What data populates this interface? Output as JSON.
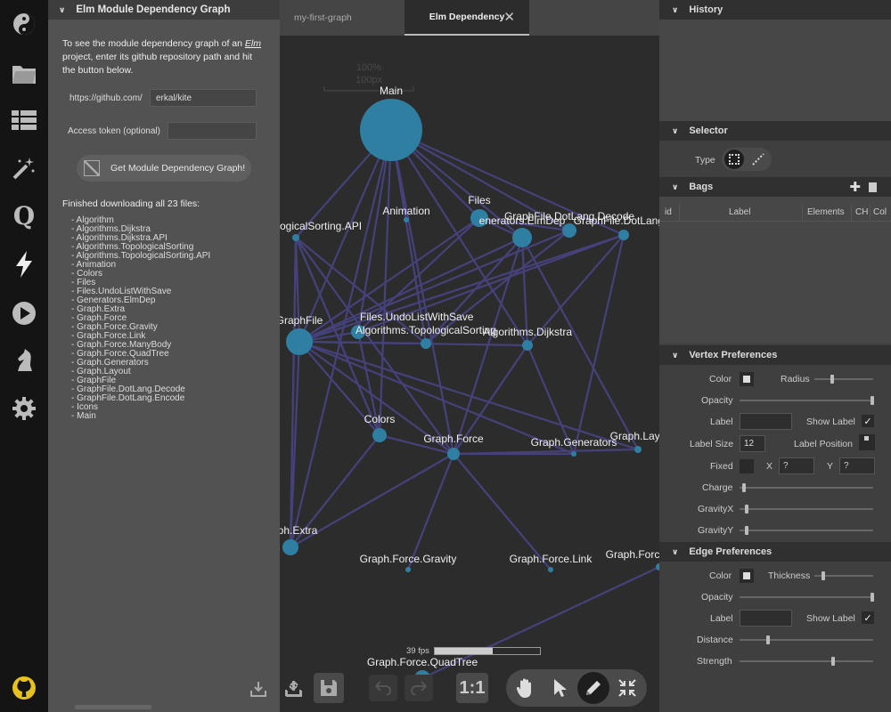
{
  "left": {
    "title": "Elm Module Dependency Graph",
    "intro_before": "To see the module dependency graph of an ",
    "intro_link": "Elm",
    "intro_after": " project, enter its github repository path and hit the button below.",
    "github_prefix": "https://github.com/",
    "repo_value": "erkal/kite",
    "token_label": "Access token (optional)",
    "token_value": "",
    "get_button": "Get Module Dependency Graph!",
    "finished": "Finished downloading all 23 files:",
    "files": [
      "- Algorithm",
      "- Algorithms.Dijkstra",
      "- Algorithms.Dijkstra.API",
      "- Algorithms.TopologicalSorting",
      "- Algorithms.TopologicalSorting.API",
      "- Animation",
      "- Colors",
      "- Files",
      "- Files.UndoListWithSave",
      "- Generators.ElmDep",
      "- Graph.Extra",
      "- Graph.Force",
      "- Graph.Force.Gravity",
      "- Graph.Force.Link",
      "- Graph.Force.ManyBody",
      "- Graph.Force.QuadTree",
      "- Graph.Generators",
      "- Graph.Layout",
      "- GraphFile",
      "- GraphFile.DotLang.Decode",
      "- GraphFile.DotLang.Encode",
      "- Icons",
      "- Main"
    ]
  },
  "tabs": [
    {
      "label": "my-first-graph"
    },
    {
      "label": "Elm Dependency"
    }
  ],
  "canvas": {
    "zoom_label": "100%",
    "zoom_px": "100px",
    "fps": "39  fps",
    "fps_fraction": 0.55,
    "one_to_one": "1:1",
    "nodes": [
      {
        "label": "Main"
      },
      {
        "label": "Animation"
      },
      {
        "label": "Files"
      },
      {
        "label": "pologicalSorting.API"
      },
      {
        "label": "GraphFile.DotLang.Decode"
      },
      {
        "label": "enerators.ElmDep"
      },
      {
        "label": "GraphFile.DotLang.E"
      },
      {
        "label": "GraphFile"
      },
      {
        "label": "Files.UndoListWithSave"
      },
      {
        "label": "Algorithms.TopologicalSorting"
      },
      {
        "label": "Algorithms.Dijkstra"
      },
      {
        "label": "Colors"
      },
      {
        "label": "Graph.Force"
      },
      {
        "label": "Graph.Generators"
      },
      {
        "label": "Graph.Layo"
      },
      {
        "label": "ph.Extra"
      },
      {
        "label": "Graph.Force.Gravity"
      },
      {
        "label": "Graph.Force.Link"
      },
      {
        "label": "Graph.Forc"
      },
      {
        "label": "Graph.Force.QuadTree"
      }
    ]
  },
  "right": {
    "history": "History",
    "selector": "Selector",
    "type_label": "Type",
    "bags": "Bags",
    "bag_columns": [
      "id",
      "Label",
      "Elements",
      "CH",
      "Col"
    ],
    "vertex_prefs": "Vertex Preferences",
    "vertex": {
      "color": "Color",
      "radius": "Radius",
      "opacity": "Opacity",
      "label": "Label",
      "show_label": "Show Label",
      "label_size": "Label Size",
      "label_size_value": "12",
      "label_position": "Label Position",
      "fixed": "Fixed",
      "x": "X",
      "x_value": "?",
      "y": "Y",
      "y_value": "?",
      "charge": "Charge",
      "gravity_x": "GravityX",
      "gravity_y": "GravityY"
    },
    "edge_prefs": "Edge Preferences",
    "edge": {
      "color": "Color",
      "thickness": "Thickness",
      "opacity": "Opacity",
      "label": "Label",
      "show_label": "Show Label",
      "distance": "Distance",
      "strength": "Strength"
    }
  },
  "colors": {
    "node": "#2f7fa3",
    "edge": "#45417a",
    "accent": "#e8e8e8"
  }
}
